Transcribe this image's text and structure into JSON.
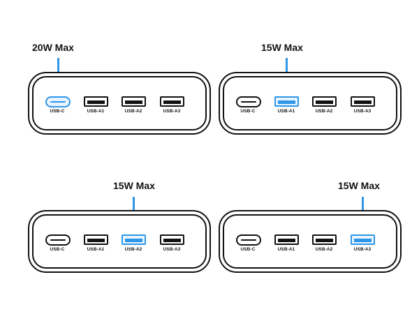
{
  "colors": {
    "outline": "#111111",
    "highlight": "#2e96e8"
  },
  "ports": [
    "USB-C",
    "USB-A1",
    "USB-A2",
    "USB-A3"
  ],
  "panels": [
    {
      "title": "20W Max",
      "highlighted_port": "USB-C"
    },
    {
      "title": "15W Max",
      "highlighted_port": "USB-A1"
    },
    {
      "title": "15W Max",
      "highlighted_port": "USB-A2"
    },
    {
      "title": "15W Max",
      "highlighted_port": "USB-A3"
    }
  ]
}
